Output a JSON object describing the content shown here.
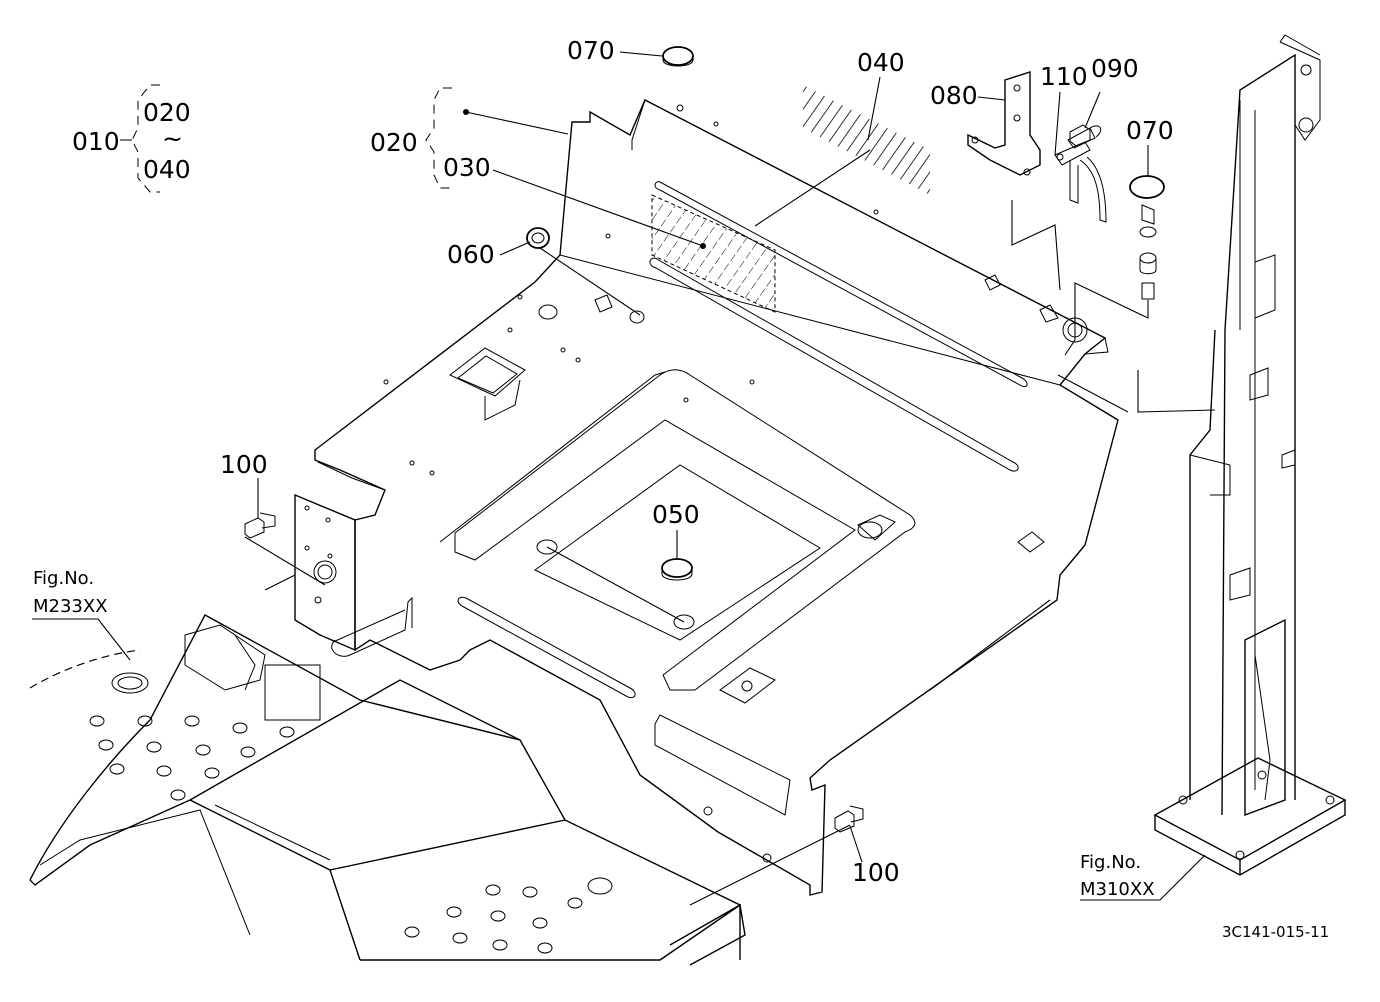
{
  "assembly": {
    "parent": "010",
    "range_start": "020",
    "range_sep": "~",
    "range_end": "040"
  },
  "parts": {
    "p020": "020",
    "p030": "030",
    "p040": "040",
    "p050": "050",
    "p060": "060",
    "p070_top": "070",
    "p070_right": "070",
    "p080": "080",
    "p090": "090",
    "p100_left": "100",
    "p100_right": "100",
    "p110": "110"
  },
  "references": {
    "left": {
      "prefix": "Fig.No.",
      "code": "M233XX"
    },
    "right": {
      "prefix": "Fig.No.",
      "code": "M310XX"
    }
  },
  "drawing_code": "3C141-015-11"
}
